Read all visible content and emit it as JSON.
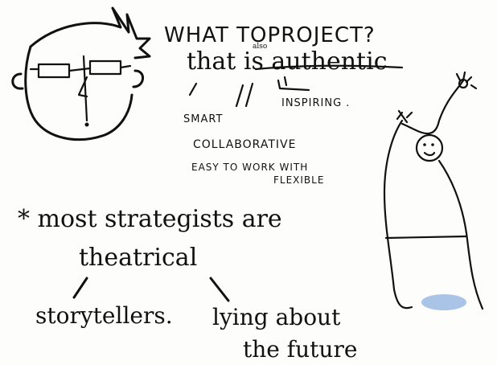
{
  "heading": {
    "line1": "WHAT TOPROJECT?",
    "small_word": "also",
    "line2": "that is authentic"
  },
  "qualities": {
    "smart": "SMART",
    "inspiring": "INSPIRING .",
    "collaborative": "COLLABORATIVE",
    "easy": "EASY TO WORK WITH",
    "flexible": "FLEXIBLE"
  },
  "note": {
    "line1": "* most strategists are",
    "line2": "theatrical"
  },
  "branches": {
    "left": "storytellers.",
    "right_line1": "lying about",
    "right_line2": "the future"
  },
  "ink_color": "#111111",
  "shadow_color": "#a9c4e6"
}
